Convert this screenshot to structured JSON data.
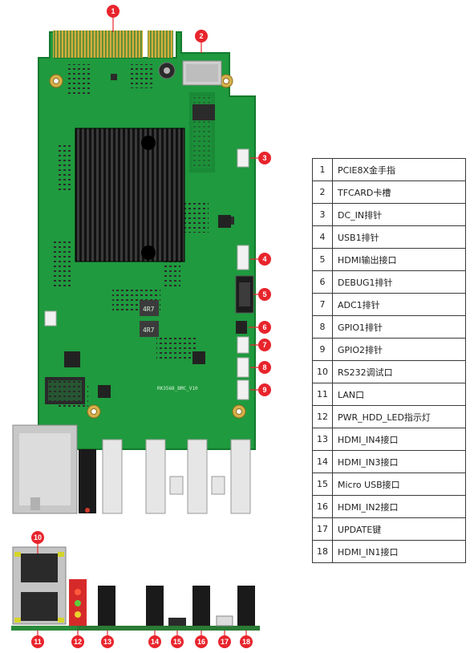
{
  "board": {
    "silkscreen": "RK3568_BMC_V10",
    "inductor_1": "4R7",
    "inductor_2": "4R7"
  },
  "callouts": [
    "1",
    "2",
    "3",
    "4",
    "5",
    "6",
    "7",
    "8",
    "9",
    "10",
    "11",
    "12",
    "13",
    "14",
    "15",
    "16",
    "17",
    "18"
  ],
  "legend": [
    {
      "num": "1",
      "label": "PCIE8X金手指"
    },
    {
      "num": "2",
      "label": "TFCARD卡槽"
    },
    {
      "num": "3",
      "label": "DC_IN排针"
    },
    {
      "num": "4",
      "label": "USB1排针"
    },
    {
      "num": "5",
      "label": "HDMI输出接口"
    },
    {
      "num": "6",
      "label": "DEBUG1排针"
    },
    {
      "num": "7",
      "label": "ADC1排针"
    },
    {
      "num": "8",
      "label": "GPIO1排针"
    },
    {
      "num": "9",
      "label": "GPIO2排针"
    },
    {
      "num": "10",
      "label": "RS232调试口"
    },
    {
      "num": "11",
      "label": "LAN口"
    },
    {
      "num": "12",
      "label": "PWR_HDD_LED指示灯"
    },
    {
      "num": "13",
      "label": "HDMI_IN4接口"
    },
    {
      "num": "14",
      "label": "HDMI_IN3接口"
    },
    {
      "num": "15",
      "label": "Micro USB接口"
    },
    {
      "num": "16",
      "label": "HDMI_IN2接口"
    },
    {
      "num": "17",
      "label": "UPDATE键"
    },
    {
      "num": "18",
      "label": "HDMI_IN1接口"
    }
  ],
  "colors": {
    "pcb": "#1f9a3e",
    "pcb_dark": "#137a2c",
    "gold": "#c9a233",
    "callout": "#e8242c",
    "heatsink": "#1a1a1a"
  }
}
